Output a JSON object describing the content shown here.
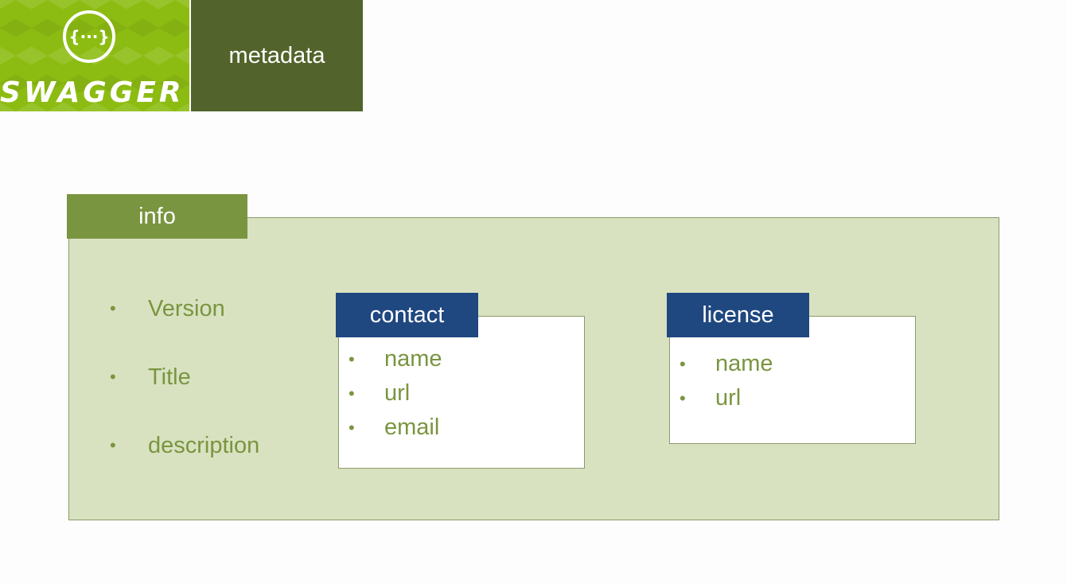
{
  "header": {
    "logo_word": "SWAGGER",
    "logo_glyph": "{···}",
    "title": "metadata"
  },
  "info": {
    "label": "info",
    "items": [
      "Version",
      "Title",
      "description"
    ]
  },
  "contact": {
    "label": "contact",
    "items": [
      "name",
      "url",
      "email"
    ]
  },
  "license": {
    "label": "license",
    "items": [
      "name",
      "url"
    ]
  },
  "colors": {
    "logo_green": "#8cbc12",
    "header_dark_green": "#52642b",
    "panel_fill": "#d9e2c0",
    "info_tab_green": "#7a9540",
    "sub_tab_blue": "#1f4780",
    "text_green": "#7a9540"
  }
}
